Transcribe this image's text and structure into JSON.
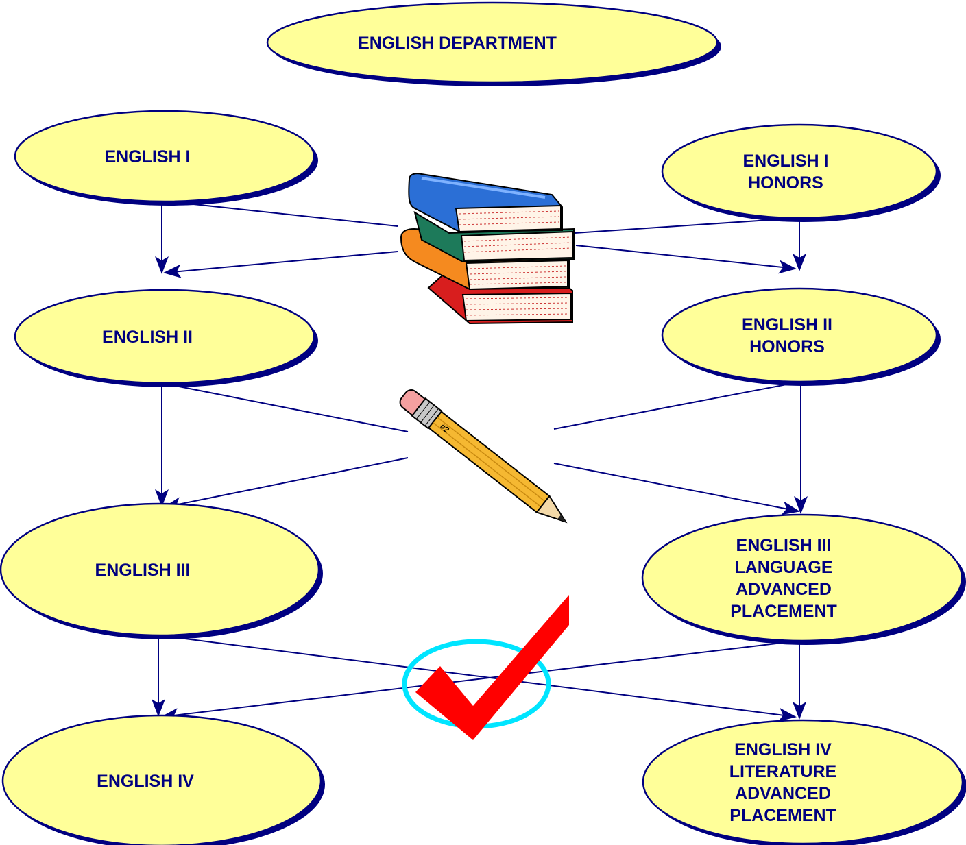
{
  "title": {
    "lines": [
      "ENGLISH DEPARTMENT"
    ]
  },
  "nodes": [
    {
      "id": "english-1",
      "lines": [
        "ENGLISH I"
      ]
    },
    {
      "id": "english-1-honors",
      "lines": [
        "ENGLISH I",
        "HONORS"
      ]
    },
    {
      "id": "english-2",
      "lines": [
        "ENGLISH II"
      ]
    },
    {
      "id": "english-2-honors",
      "lines": [
        "ENGLISH II",
        "HONORS"
      ]
    },
    {
      "id": "english-3",
      "lines": [
        "ENGLISH III"
      ]
    },
    {
      "id": "english-3-language-ap",
      "lines": [
        "ENGLISH III",
        "LANGUAGE",
        "ADVANCED",
        "PLACEMENT"
      ]
    },
    {
      "id": "english-4",
      "lines": [
        "ENGLISH IV"
      ]
    },
    {
      "id": "english-4-literature-ap",
      "lines": [
        "ENGLISH IV",
        "LITERATURE",
        "ADVANCED",
        "PLACEMENT"
      ]
    }
  ],
  "connections": [
    {
      "from": "english-1",
      "to": "english-2"
    },
    {
      "from": "english-1",
      "to": "english-2-honors"
    },
    {
      "from": "english-1-honors",
      "to": "english-2-honors"
    },
    {
      "from": "english-1-honors",
      "to": "english-2"
    },
    {
      "from": "english-2",
      "to": "english-3"
    },
    {
      "from": "english-2",
      "to": "english-3-language-ap"
    },
    {
      "from": "english-2-honors",
      "to": "english-3-language-ap"
    },
    {
      "from": "english-2-honors",
      "to": "english-3"
    },
    {
      "from": "english-3",
      "to": "english-4"
    },
    {
      "from": "english-3",
      "to": "english-4-literature-ap"
    },
    {
      "from": "english-3-language-ap",
      "to": "english-4-literature-ap"
    },
    {
      "from": "english-3-language-ap",
      "to": "english-4"
    }
  ],
  "clipart": [
    {
      "name": "books-stack-icon",
      "label": "books"
    },
    {
      "name": "pencil-icon",
      "label": "pencil",
      "text": "#2"
    },
    {
      "name": "checkmark-icon",
      "label": "check mark"
    }
  ],
  "colors": {
    "node_fill": "#ffff99",
    "node_outline": "#000080",
    "label_text": "#000080",
    "connector": "#000080",
    "check_red": "#ff0000",
    "circle_cyan": "#00e5ff"
  }
}
